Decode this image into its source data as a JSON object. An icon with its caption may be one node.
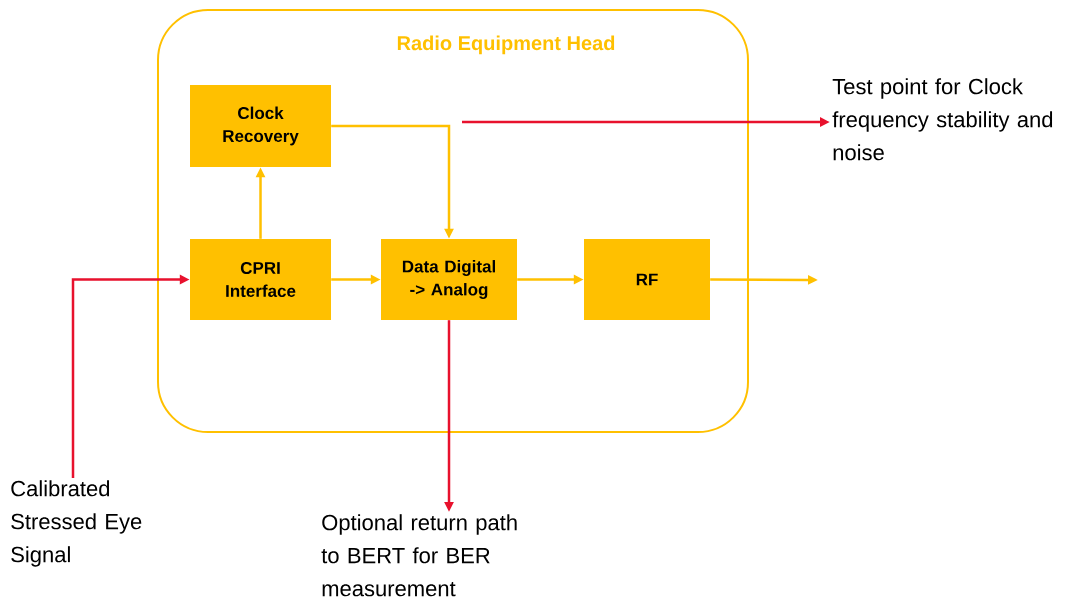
{
  "diagram": {
    "nodes": [
      {
        "text": [
          "Radio Equipment Head"
        ]
      },
      {
        "text": [
          "Clock Recovery"
        ],
        "in": 0
      },
      {
        "text": [
          "CPRI Interface"
        ],
        "in": 0
      },
      {
        "text": [
          "Data Digital -> Analog"
        ],
        "in": 0
      },
      {
        "text": [
          "RF"
        ],
        "in": 0
      },
      {
        "text": [
          "Test point for Clock frequency stability and noise"
        ]
      },
      {
        "text": [
          "Calibrated Stressed Eye Signal"
        ]
      },
      {
        "text": [
          "Optional return path to BERT for BER measurement"
        ]
      }
    ],
    "edges": [
      {
        "from": 6,
        "to": 2,
        "arrow": "to",
        "color": "#e8112d"
      },
      {
        "from": 2,
        "to": 1,
        "arrow": "to"
      },
      {
        "from": 1,
        "to": 3,
        "arrow": "to"
      },
      {
        "from": 2,
        "to": 3,
        "arrow": "to"
      },
      {
        "from": 3,
        "to": 4,
        "arrow": "to"
      },
      {
        "from": 4,
        "to": null,
        "arrow": "to"
      },
      {
        "from": null,
        "to": 5,
        "arrow": "to",
        "color": "#e8112d"
      },
      {
        "from": 3,
        "to": 7,
        "arrow": "to",
        "color": "#e8112d"
      }
    ]
  }
}
